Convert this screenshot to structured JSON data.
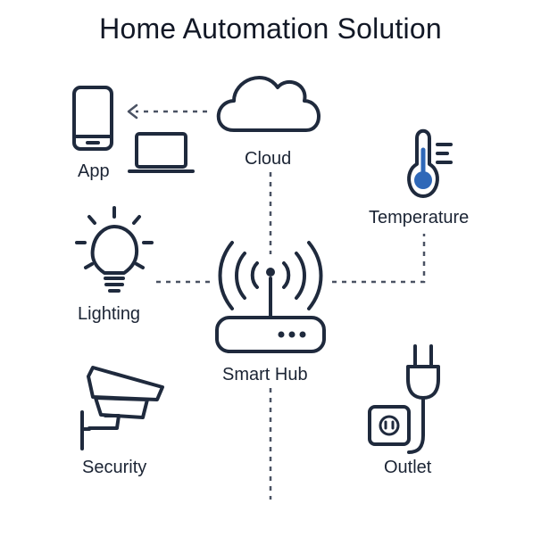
{
  "title": "Home Automation Solution",
  "accent_color": "#2f68b8",
  "nodes": {
    "cloud": {
      "label": "Cloud",
      "icon": "cloud-icon"
    },
    "app": {
      "label": "App",
      "icon": "smartphone-icon"
    },
    "temperature": {
      "label": "Temperature",
      "icon": "thermometer-icon"
    },
    "lighting": {
      "label": "Lighting",
      "icon": "lightbulb-icon"
    },
    "hub": {
      "label": "Smart Hub",
      "icon": "router-icon"
    },
    "security": {
      "label": "Security",
      "icon": "security-camera-icon"
    },
    "outlet": {
      "label": "Outlet",
      "icon": "power-plug-icon"
    }
  }
}
